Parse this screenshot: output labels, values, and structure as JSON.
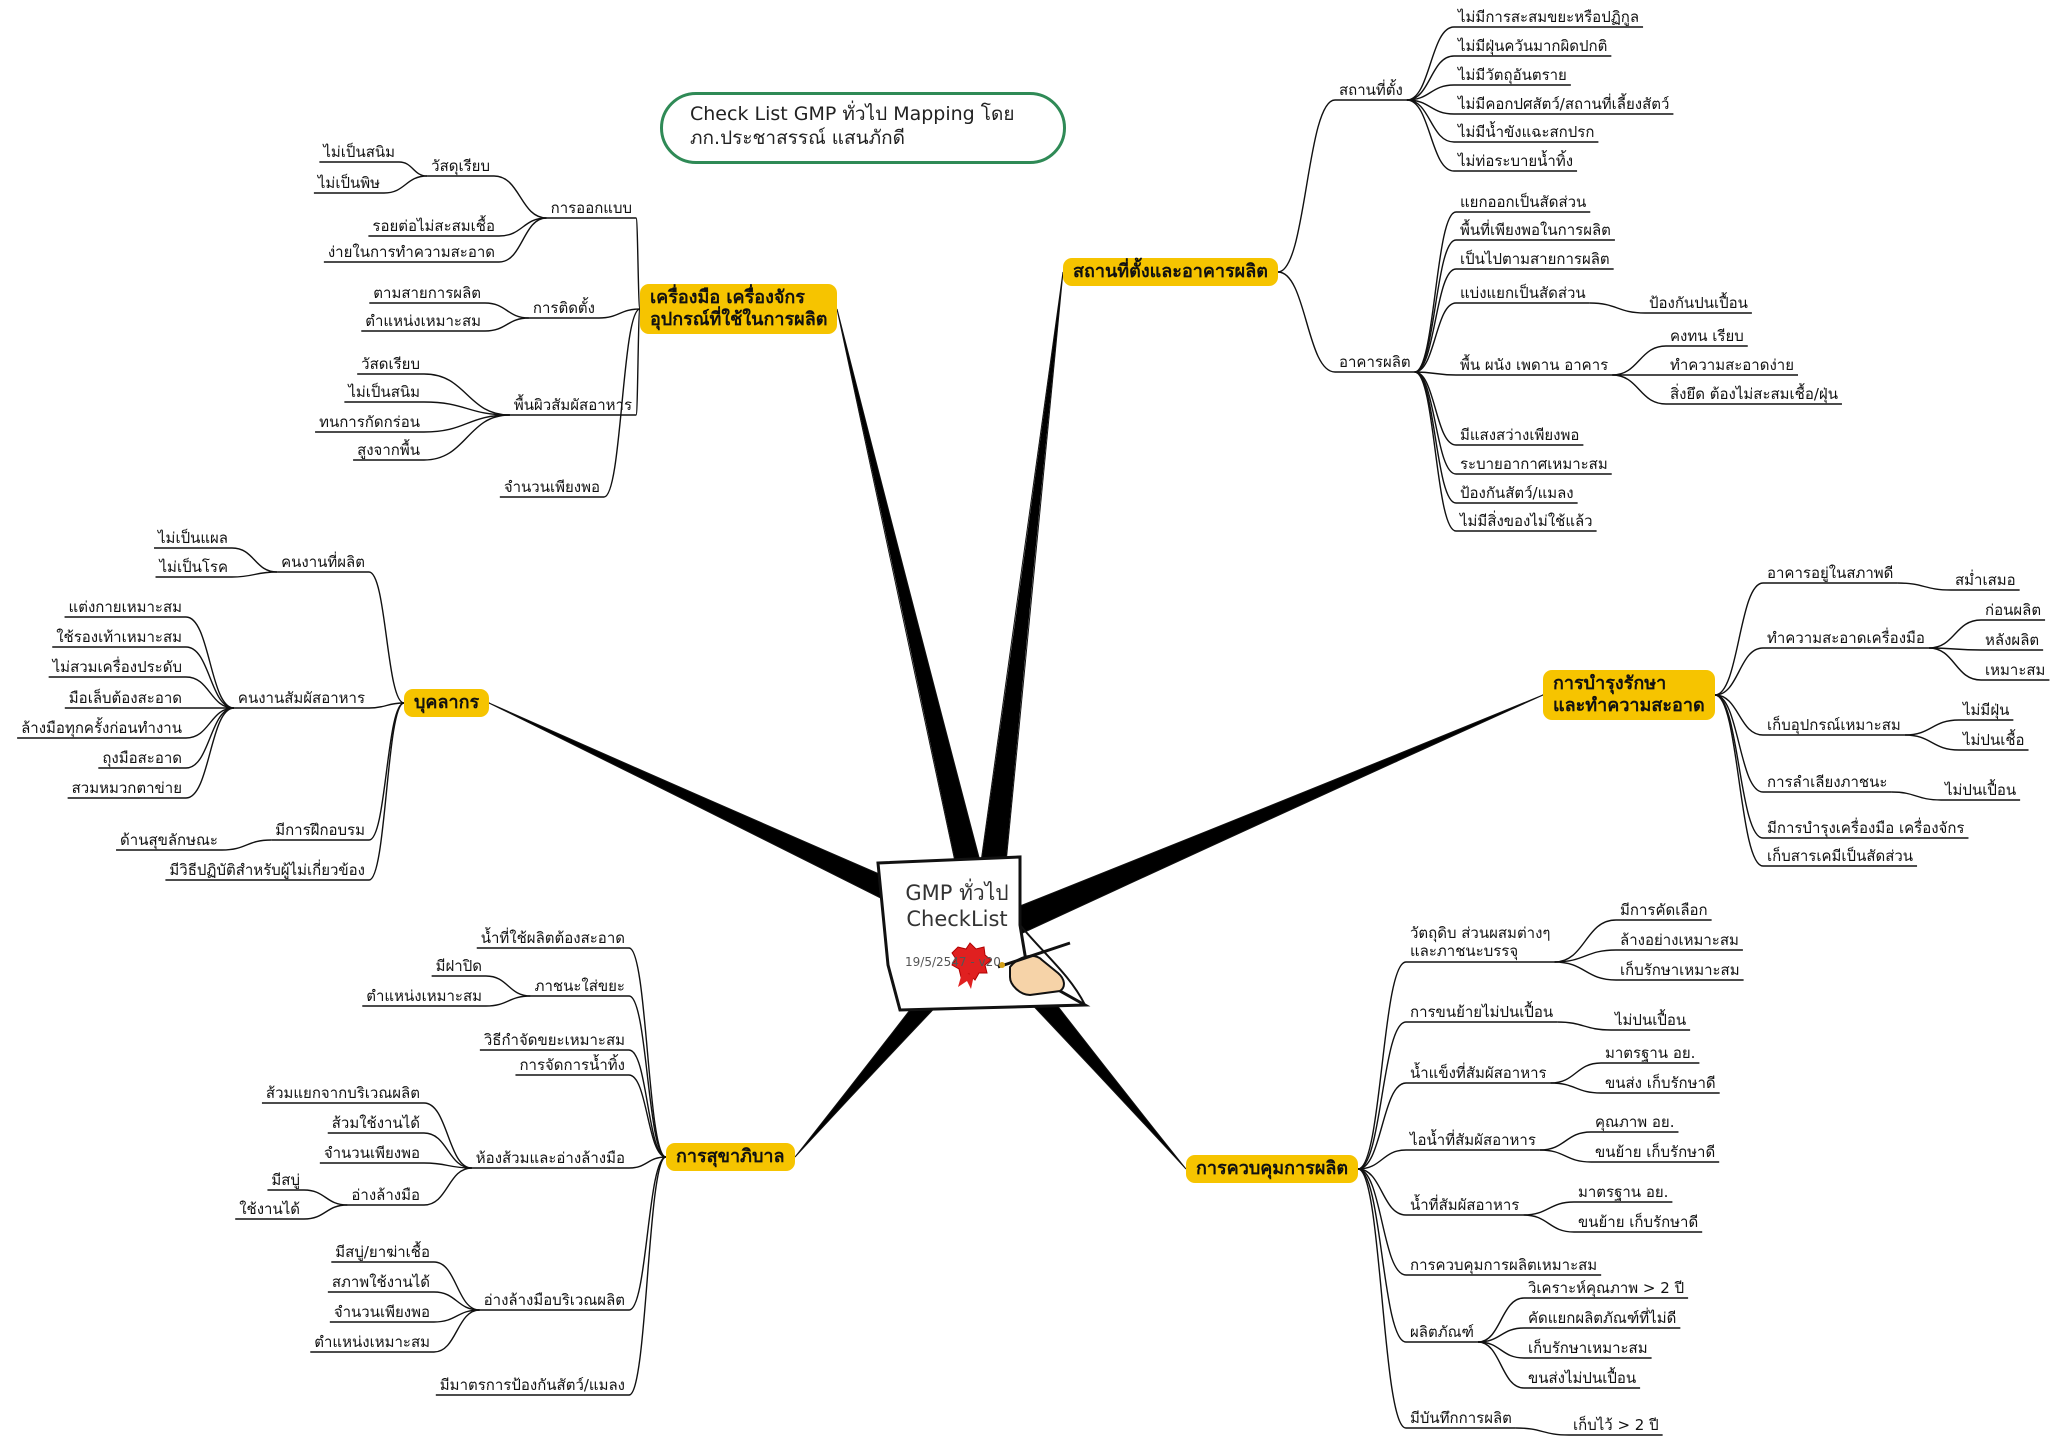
{
  "title": {
    "line1": "Check List GMP ทั่วไป Mapping โดย",
    "line2": "ภก.ประชาสรรณ์ แสนภักดี"
  },
  "center": {
    "line1": "GMP ทั่วไป",
    "line2": "CheckList",
    "date": "19/5/2547 - v20"
  },
  "colors": {
    "accent": "#f6c400",
    "bubble": "#2f8a56",
    "ribbon": "#e02020"
  },
  "branches": [
    {
      "id": "equipment",
      "label": "เครื่องมือ เครื่องจักร\nอุปกรณ์ที่ใช้ในการผลิต",
      "children": [
        {
          "label": "การออกแบบ",
          "children": [
            {
              "label": "วัสดุเรียบ",
              "children": [
                {
                  "label": "ไม่เป็นสนิม"
                },
                {
                  "label": "ไม่เป็นพิษ"
                }
              ]
            },
            {
              "label": "รอยต่อไม่สะสมเชื้อ"
            },
            {
              "label": "ง่ายในการทำความสะอาด"
            }
          ]
        },
        {
          "label": "การติดตั้ง",
          "children": [
            {
              "label": "ตามสายการผลิต"
            },
            {
              "label": "ตำแหน่งเหมาะสม"
            }
          ]
        },
        {
          "label": "พื้นผิวสัมผัสอาหาร",
          "children": [
            {
              "label": "วัสดเรียบ"
            },
            {
              "label": "ไม่เป็นสนิม"
            },
            {
              "label": "ทนการกัดกร่อน"
            },
            {
              "label": "สูงจากพื้น"
            }
          ]
        },
        {
          "label": "จำนวนเพียงพอ"
        }
      ]
    },
    {
      "id": "personnel",
      "label": "บุคลากร",
      "children": [
        {
          "label": "คนงานที่ผลิต",
          "children": [
            {
              "label": "ไม่เป็นแผล"
            },
            {
              "label": "ไม่เป็นโรค"
            }
          ]
        },
        {
          "label": "คนงานสัมผัสอาหาร",
          "children": [
            {
              "label": "แต่งกายเหมาะสม"
            },
            {
              "label": "ใช้รองเท้าเหมาะสม"
            },
            {
              "label": "ไม่สวมเครื่องประดับ"
            },
            {
              "label": "มือเล็บต้องสะอาด"
            },
            {
              "label": "ล้างมือทุกครั้งก่อนทำงาน"
            },
            {
              "label": "ถุงมือสะอาด"
            },
            {
              "label": "สวมหมวกตาข่าย"
            }
          ]
        },
        {
          "label": "มีการฝึกอบรม",
          "children": [
            {
              "label": "ด้านสุขลักษณะ"
            }
          ]
        },
        {
          "label": "มีวิธีปฏิบัติสำหรับผู้ไม่เกี่ยวข้อง"
        }
      ]
    },
    {
      "id": "sanitation",
      "label": "การสุขาภิบาล",
      "children": [
        {
          "label": "น้ำที่ใช้ผลิตต้องสะอาด"
        },
        {
          "label": "ภาชนะใส่ขยะ",
          "children": [
            {
              "label": "มีฝาปิด"
            },
            {
              "label": "ตำแหน่งเหมาะสม"
            }
          ]
        },
        {
          "label": "วิธีกำจัดขยะเหมาะสม"
        },
        {
          "label": "การจัดการน้ำทิ้ง"
        },
        {
          "label": "ห้องส้วมและอ่างล้างมือ",
          "children": [
            {
              "label": "ส้วมแยกจากบริเวณผลิต"
            },
            {
              "label": "ส้วมใช้งานได้"
            },
            {
              "label": "จำนวนเพียงพอ"
            },
            {
              "label": "อ่างล้างมือ",
              "children": [
                {
                  "label": "มีสบู่"
                },
                {
                  "label": "ใช้งานได้"
                }
              ]
            }
          ]
        },
        {
          "label": "อ่างล้างมือบริเวณผลิต",
          "children": [
            {
              "label": "มีสบู่/ยาฆ่าเชื้อ"
            },
            {
              "label": "สภาพใช้งานได้"
            },
            {
              "label": "จำนวนเพียงพอ"
            },
            {
              "label": "ตำแหน่งเหมาะสม"
            }
          ]
        },
        {
          "label": "มีมาตรการป้องกันสัตว์/แมลง"
        }
      ]
    },
    {
      "id": "location",
      "label": "สถานที่ตั้งและอาคารผลิต",
      "children": [
        {
          "label": "สถานที่ตั้ง",
          "children": [
            {
              "label": "ไม่มีการสะสมขยะหรือปฏิกูล"
            },
            {
              "label": "ไม่มีฝุ่นควันมากผิดปกติ"
            },
            {
              "label": "ไม่มีวัตถุอันตราย"
            },
            {
              "label": "ไม่มีคอกปศสัตว์/สถานที่เลี้ยงสัตว์"
            },
            {
              "label": "ไม่มีน้ำขังแฉะสกปรก"
            },
            {
              "label": "ไม่ท่อระบายน้ำทิ้ง"
            }
          ]
        },
        {
          "label": "อาคารผลิต",
          "children": [
            {
              "label": "แยกออกเป็นสัดส่วน"
            },
            {
              "label": "พื้นที่เพียงพอในการผลิต"
            },
            {
              "label": "เป็นไปตามสายการผลิต"
            },
            {
              "label": "แบ่งแยกเป็นสัดส่วน",
              "children": [
                {
                  "label": "ป้องกันปนเปื้อน"
                }
              ]
            },
            {
              "label": "พื้น ผนัง เพดาน อาคาร",
              "children": [
                {
                  "label": "คงทน เรียบ"
                },
                {
                  "label": "ทำความสะอาดง่าย"
                },
                {
                  "label": "สิ่งยึด ต้องไม่สะสมเชื้อ/ฝุ่น"
                }
              ]
            },
            {
              "label": "มีแสงสว่างเพียงพอ"
            },
            {
              "label": "ระบายอากาศเหมาะสม"
            },
            {
              "label": "ป้องกันสัตว์/แมลง"
            },
            {
              "label": "ไม่มีสิ่งของไม่ใช้แล้ว"
            }
          ]
        }
      ]
    },
    {
      "id": "maintenance",
      "label": "การบำรุงรักษา\nและทำความสะอาด",
      "children": [
        {
          "label": "อาคารอยู่ในสภาพดี",
          "children": [
            {
              "label": "สม่ำเสมอ"
            }
          ]
        },
        {
          "label": "ทำความสะอาดเครื่องมือ",
          "children": [
            {
              "label": "ก่อนผลิต"
            },
            {
              "label": "หลังผลิต"
            },
            {
              "label": "เหมาะสม"
            }
          ]
        },
        {
          "label": "เก็บอุปกรณ์เหมาะสม",
          "children": [
            {
              "label": "ไม่มีฝุ่น"
            },
            {
              "label": "ไม่ปนเชื้อ"
            }
          ]
        },
        {
          "label": "การลำเลียงภาชนะ",
          "children": [
            {
              "label": "ไม่ปนเปื้อน"
            }
          ]
        },
        {
          "label": "มีการบำรุงเครื่องมือ เครื่องจักร"
        },
        {
          "label": "เก็บสารเคมีเป็นสัดส่วน"
        }
      ]
    },
    {
      "id": "production",
      "label": "การควบคุมการผลิต",
      "children": [
        {
          "label": "วัตถุดิบ ส่วนผสมต่างๆ\nและภาชนะบรรจุ",
          "children": [
            {
              "label": "มีการคัดเลือก"
            },
            {
              "label": "ล้างอย่างเหมาะสม"
            },
            {
              "label": "เก็บรักษาเหมาะสม"
            }
          ]
        },
        {
          "label": "การขนย้ายไม่ปนเปื้อน",
          "children": [
            {
              "label": "ไม่ปนเปื้อน"
            }
          ]
        },
        {
          "label": "น้ำแข็งที่สัมผัสอาหาร",
          "children": [
            {
              "label": "มาตรฐาน อย."
            },
            {
              "label": "ขนส่ง เก็บรักษาดี"
            }
          ]
        },
        {
          "label": "ไอน้ำที่สัมผัสอาหาร",
          "children": [
            {
              "label": "คุณภาพ อย."
            },
            {
              "label": "ขนย้าย เก็บรักษาดี"
            }
          ]
        },
        {
          "label": "น้ำที่สัมผัสอาหาร",
          "children": [
            {
              "label": "มาตรฐาน อย."
            },
            {
              "label": "ขนย้าย เก็บรักษาดี"
            }
          ]
        },
        {
          "label": "การควบคุมการผลิตเหมาะสม"
        },
        {
          "label": "ผลิตภัณฑ์",
          "children": [
            {
              "label": "วิเคราะห์คุณภาพ > 2 ปี"
            },
            {
              "label": "คัดแยกผลิตภัณฑ์ที่ไม่ดี"
            },
            {
              "label": "เก็บรักษาเหมาะสม"
            },
            {
              "label": "ขนส่งไม่ปนเปื้อน"
            }
          ]
        },
        {
          "label": "มีบันทึกการผลิต",
          "children": [
            {
              "label": "เก็บไว้ > 2 ปี"
            }
          ]
        }
      ]
    }
  ]
}
